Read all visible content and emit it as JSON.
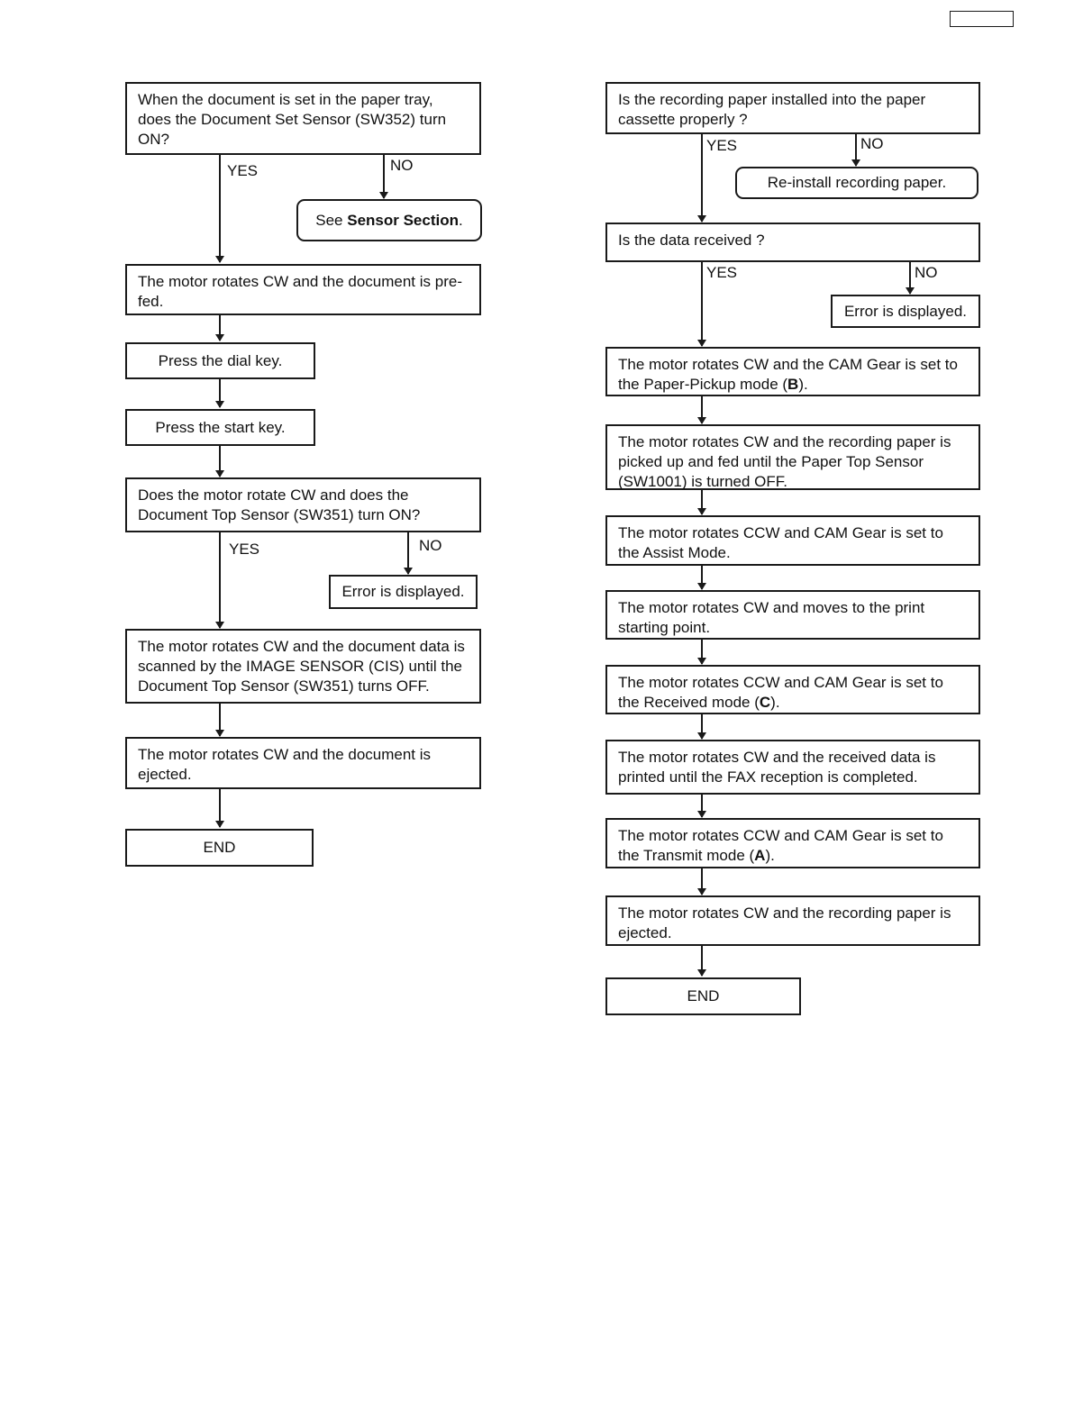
{
  "left": {
    "q1": "When the document is set in the paper tray, does the Document Set Sensor (SW352) turn ON?",
    "q1_yes": "YES",
    "q1_no": "NO",
    "sensor_prefix": "See ",
    "sensor_bold": "Sensor Section",
    "sensor_suffix": ".",
    "prefed": "The motor rotates CW and the document is pre-fed.",
    "dial": "Press the dial key.",
    "start": "Press the start key.",
    "q2": "Does the motor rotate CW and does the Document Top Sensor (SW351) turn ON?",
    "q2_yes": "YES",
    "q2_no": "NO",
    "error": "Error is displayed.",
    "scan": "The motor rotates CW and  the document data is scanned by the IMAGE SENSOR (CIS) until the Document Top Sensor (SW351) turns OFF.",
    "eject": "The motor rotates CW and the document is ejected.",
    "end": "END"
  },
  "right": {
    "q1": "Is the recording paper installed  into the paper cassette properly ?",
    "q1_yes": "YES",
    "q1_no": "NO",
    "reinstall": "Re-install recording paper.",
    "q2": "Is the data received ?",
    "q2_yes": "YES",
    "q2_no": "NO",
    "error": "Error is displayed.",
    "pickup_text": "The motor rotates CW and the CAM Gear is set to the Paper-Pickup mode (",
    "pickup_mode": "B",
    "pickup_end": ").",
    "picked": "The motor rotates CW and the recording paper is picked up and fed until the Paper Top Sensor (SW1001) is turned OFF.",
    "assist": "The motor rotates CCW and CAM Gear is set to the Assist Mode.",
    "print_start": "The motor rotates CW and moves to the print starting point.",
    "received_text": "The motor rotates CCW and CAM Gear is set to the Received mode (",
    "received_mode": "C",
    "received_end": ").",
    "printed": "The motor rotates CW and the received data is printed until the FAX reception is completed.",
    "transmit_text": "The motor rotates CCW and CAM Gear is set to the Transmit mode (",
    "transmit_mode": "A",
    "transmit_end": ").",
    "eject": "The motor rotates CW and the recording paper is ejected.",
    "end": "END"
  }
}
